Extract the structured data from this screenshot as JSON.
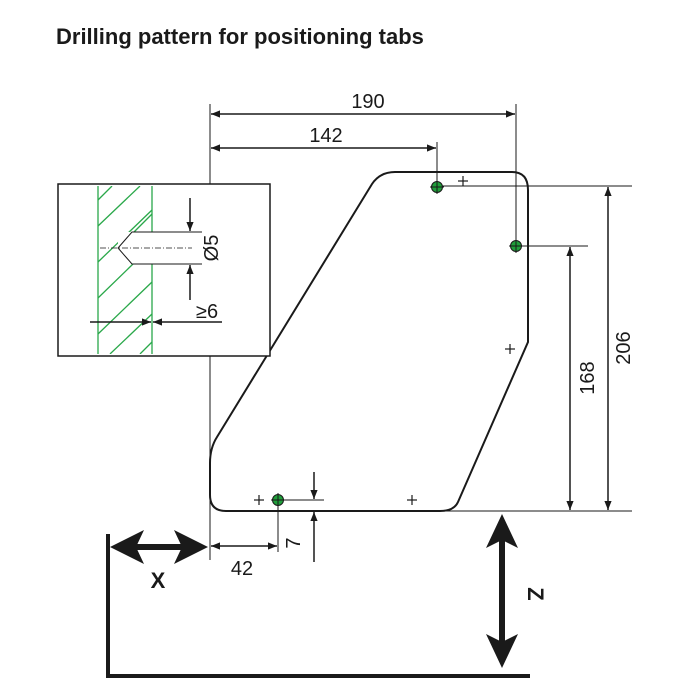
{
  "title": "Drilling pattern for positioning tabs",
  "dimensions": {
    "width_total": "190",
    "width_hole": "142",
    "height_total": "206",
    "height_hole": "168",
    "offset_x": "42",
    "offset_y": "7",
    "diameter": "Ø5",
    "min_depth": "≥6"
  },
  "axes": {
    "x": "X",
    "z": "Z"
  },
  "colors": {
    "hole": "#1f9e3a",
    "hatch": "#2aa84a",
    "line": "#1a1a1a"
  }
}
